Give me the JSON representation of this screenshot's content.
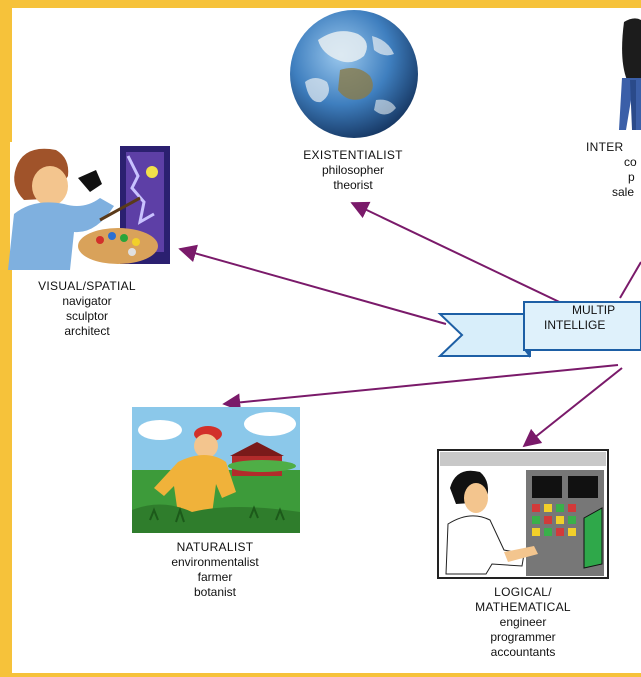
{
  "banner": {
    "line1": "MULTIP",
    "line2": "INTELLIGE"
  },
  "nodes": {
    "existentialist": {
      "title": "EXISTENTIALIST",
      "roles": [
        "philosopher",
        "theorist"
      ]
    },
    "interpersonal": {
      "title": "INTER",
      "roles": [
        "co",
        "p",
        "sale"
      ]
    },
    "visual_spatial": {
      "title": "VISUAL/SPATIAL",
      "roles": [
        "navigator",
        "sculptor",
        "architect"
      ]
    },
    "naturalist": {
      "title": "NATURALIST",
      "roles": [
        "environmentalist",
        "farmer",
        "botanist"
      ]
    },
    "logical_mathematical": {
      "title_line1": "LOGICAL/",
      "title_line2": "MATHEMATICAL",
      "roles": [
        "engineer",
        "programmer",
        "accountants"
      ]
    }
  },
  "colors": {
    "frame": "#f6c23a",
    "banner": "#dff1fb",
    "banner_edge": "#1d5fa5",
    "arrow": "#7a1a6a"
  }
}
